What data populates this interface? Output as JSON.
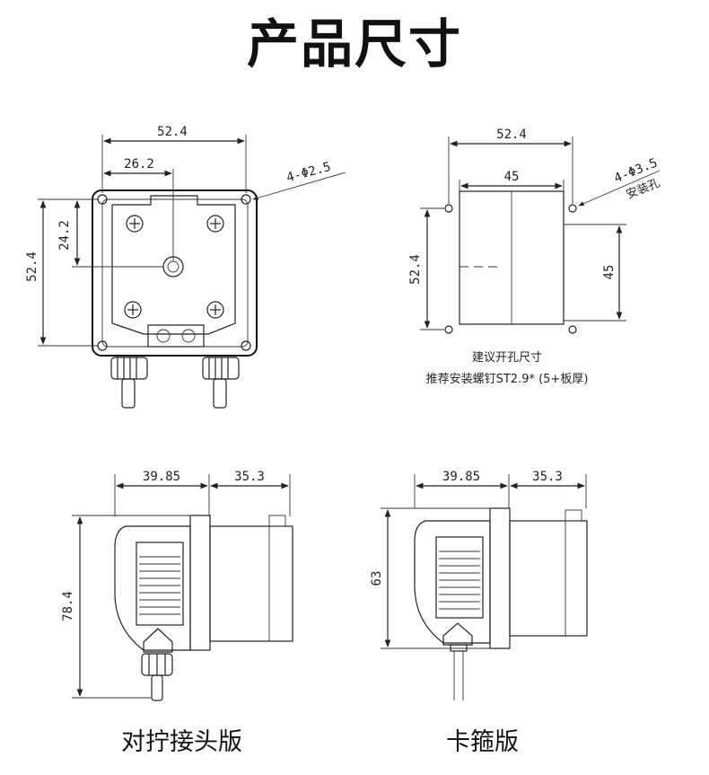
{
  "title": "产品尺寸",
  "front_view": {
    "width": "52.4",
    "half_width": "26.2",
    "height": "52.4",
    "center_height": "24.2",
    "hole_label": "4-Φ2.5"
  },
  "mounting_cutout": {
    "hole_span_x": "52.4",
    "cutout_width": "45",
    "hole_span_y": "52.4",
    "cutout_height": "45",
    "hole_label": "4-Φ3.5",
    "hole_label_sub": "安装孔",
    "note_line1": "建议开孔尺寸",
    "note_line2": "推荐安装螺钉ST2.9* (5+板厚)"
  },
  "side_view_connector": {
    "depth_front": "39.85",
    "depth_motor": "35.3",
    "height": "78.4",
    "caption": "对拧接头版"
  },
  "side_view_clamp": {
    "depth_front": "39.85",
    "depth_motor": "35.3",
    "height": "63",
    "caption": "卡箍版"
  }
}
